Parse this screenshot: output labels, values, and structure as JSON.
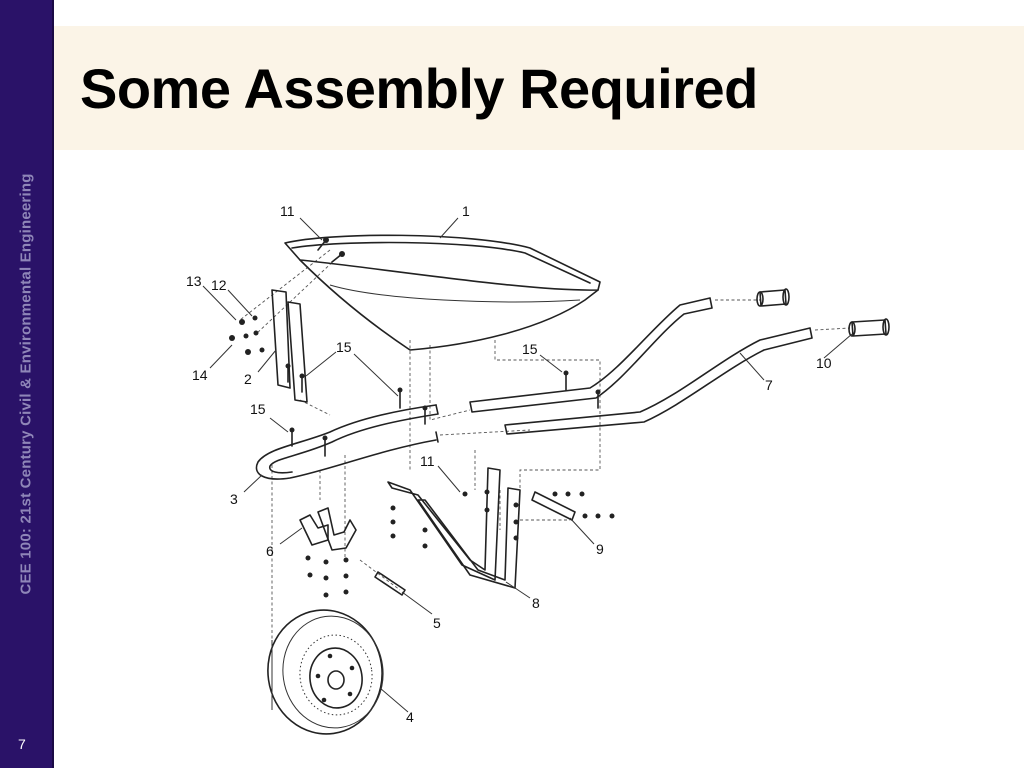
{
  "slide": {
    "title": "Some Assembly Required",
    "sidebar_text": "CEE 100: 21st Century Civil & Environmental Engineering",
    "page_number": "7"
  },
  "diagram": {
    "labels": {
      "l1": "1",
      "l11a": "11",
      "l13": "13",
      "l12": "12",
      "l14": "14",
      "l2": "2",
      "l15a": "15",
      "l15b": "15",
      "l15c": "15",
      "l3": "3",
      "l6": "6",
      "l11b": "11",
      "l5": "5",
      "l4": "4",
      "l8": "8",
      "l9": "9",
      "l7": "7",
      "l10": "10"
    }
  }
}
